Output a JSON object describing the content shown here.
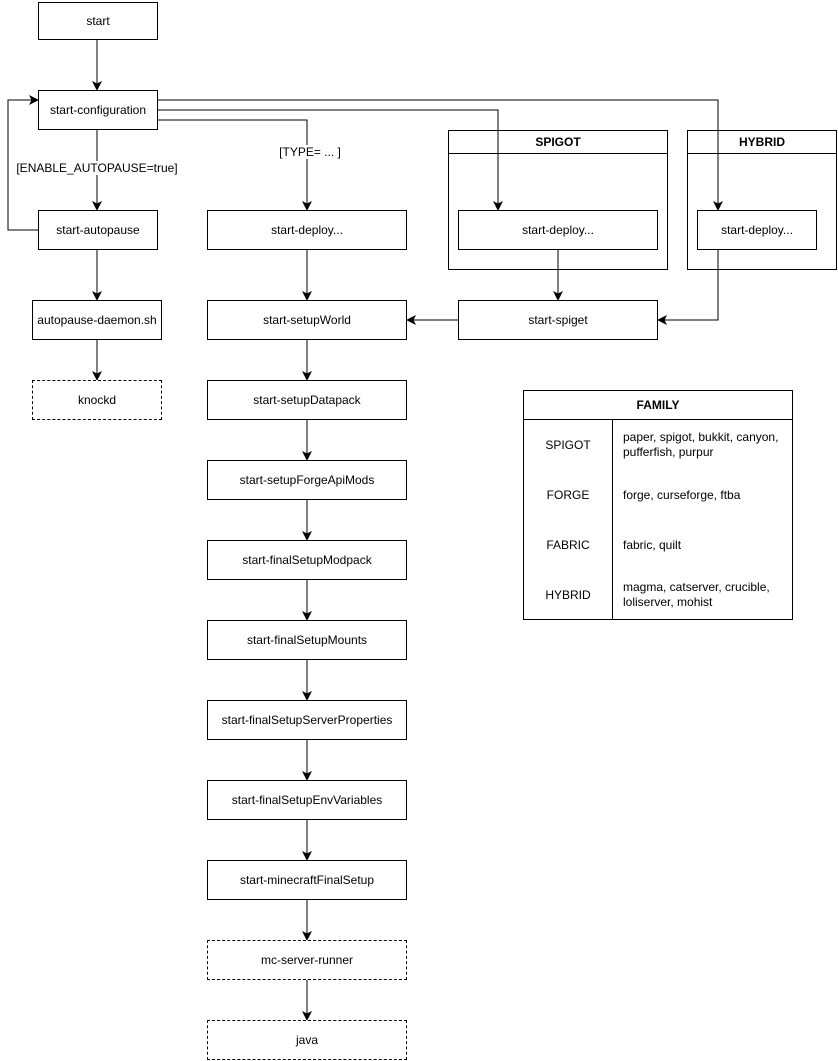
{
  "diagram": {
    "nodes": {
      "start": "start",
      "start_configuration": "start-configuration",
      "start_autopause": "start-autopause",
      "autopause_daemon": "autopause-daemon.sh",
      "knockd": "knockd",
      "deploy_main": "start-deploy...",
      "setup_world": "start-setupWorld",
      "setup_datapack": "start-setupDatapack",
      "setup_forge_api_mods": "start-setupForgeApiMods",
      "final_setup_modpack": "start-finalSetupModpack",
      "final_setup_mounts": "start-finalSetupMounts",
      "final_setup_server_properties": "start-finalSetupServerProperties",
      "final_setup_env_variables": "start-finalSetupEnvVariables",
      "minecraft_final_setup": "start-minecraftFinalSetup",
      "mc_server_runner": "mc-server-runner",
      "java": "java",
      "deploy_spigot": "start-deploy...",
      "deploy_hybrid": "start-deploy...",
      "start_spiget": "start-spiget"
    },
    "groups": {
      "spigot": "SPIGOT",
      "hybrid": "HYBRID"
    },
    "edge_labels": {
      "enable_autopause": "[ENABLE_AUTOPAUSE=true]",
      "type": "[TYPE= ... ]"
    },
    "colors": {
      "stroke": "#000000",
      "background": "#ffffff"
    },
    "family_table": {
      "title": "FAMILY",
      "rows": [
        {
          "family": "SPIGOT",
          "types": "paper, spigot, bukkit, canyon, pufferfish, purpur"
        },
        {
          "family": "FORGE",
          "types": "forge, curseforge, ftba"
        },
        {
          "family": "FABRIC",
          "types": "fabric, quilt"
        },
        {
          "family": "HYBRID",
          "types": "magma, catserver, crucible, loliserver, mohist"
        }
      ]
    }
  }
}
